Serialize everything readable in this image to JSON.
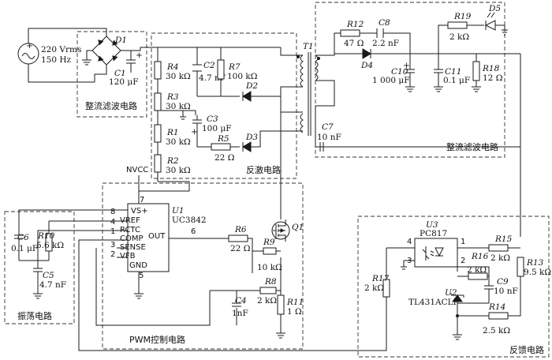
{
  "source": {
    "voltage": "220 Vrms",
    "freq": "150 Hz"
  },
  "rectifier": {
    "diode": "D1",
    "cap": "C1",
    "cap_val": "120 μF",
    "label": "整流滤波电路"
  },
  "flyback": {
    "label": "反激电路",
    "R4": {
      "name": "R4",
      "val": "30 kΩ"
    },
    "R3": {
      "name": "R3",
      "val": "30 kΩ"
    },
    "R1": {
      "name": "R1",
      "val": "30 kΩ"
    },
    "R2": {
      "name": "R2",
      "val": "30 kΩ"
    },
    "C2": {
      "name": "C2",
      "val": "4.7 nF"
    },
    "R7": {
      "name": "R7",
      "val": "100 kΩ"
    },
    "D2": "D2",
    "C3": {
      "name": "C3",
      "val": "100 μF"
    },
    "R5": {
      "name": "R5",
      "val": "22 Ω"
    },
    "D3": "D3",
    "T1": "T1"
  },
  "output": {
    "label": "整流滤波电路",
    "R12": {
      "name": "R12",
      "val": "47 Ω"
    },
    "C8": {
      "name": "C8",
      "val": "2.2 nF"
    },
    "D4": "D4",
    "C10": {
      "name": "C10",
      "val": "1 000 μF"
    },
    "C11": {
      "name": "C11",
      "val": "0.1 μF"
    },
    "R19": {
      "name": "R19",
      "val": "2 kΩ"
    },
    "D5": "D5",
    "R18": {
      "name": "R18",
      "val": "12 Ω"
    },
    "C7": {
      "name": "C7",
      "val": "10 nF"
    }
  },
  "pwm": {
    "label": "PWM控制电路",
    "chip": "U1",
    "chip_name": "UC3842",
    "nvcc": "NVCC",
    "pins": {
      "vs": "VS+",
      "vref": "VREF",
      "rctc": "RCTC",
      "comp": "COMP",
      "sense": "SENSE",
      "vfb": "VFB",
      "gnd": "GND",
      "out": "OUT"
    },
    "pin_nums": [
      "7",
      "8",
      "4",
      "1",
      "3",
      "2",
      "5",
      "6"
    ],
    "R6": {
      "name": "R6",
      "val": "22 Ω"
    },
    "R9": {
      "name": "R9",
      "val": "10 kΩ"
    },
    "R8": {
      "name": "R8",
      "val": "2 kΩ"
    },
    "C4": {
      "name": "C4",
      "val": "1nF"
    },
    "R11": {
      "name": "R11",
      "val": "1 Ω"
    },
    "Q1": "Q1"
  },
  "osc": {
    "label": "振荡电路",
    "C6": {
      "name": "C6",
      "val": "0.1 μF"
    },
    "R10": {
      "name": "R10",
      "val": "5.6 kΩ"
    },
    "C5": {
      "name": "C5",
      "val": "4.7 nF"
    }
  },
  "feedback": {
    "label": "反馈电路",
    "U3": "U3",
    "pc817": "PC817",
    "pin_nums": [
      "4",
      "3",
      "1",
      "2"
    ],
    "R15": {
      "name": "R15",
      "val": "2 kΩ"
    },
    "R16": {
      "name": "R16",
      "val": "2 kΩ"
    },
    "C9": {
      "name": "C9",
      "val": "10 nF"
    },
    "R13": {
      "name": "R13",
      "val": "9.5 kΩ"
    },
    "R17": {
      "name": "R17",
      "val": "2 kΩ"
    },
    "U2": "U2",
    "tl431": "TL431ACLP",
    "R14": {
      "name": "R14",
      "val": "2.5 kΩ"
    }
  }
}
